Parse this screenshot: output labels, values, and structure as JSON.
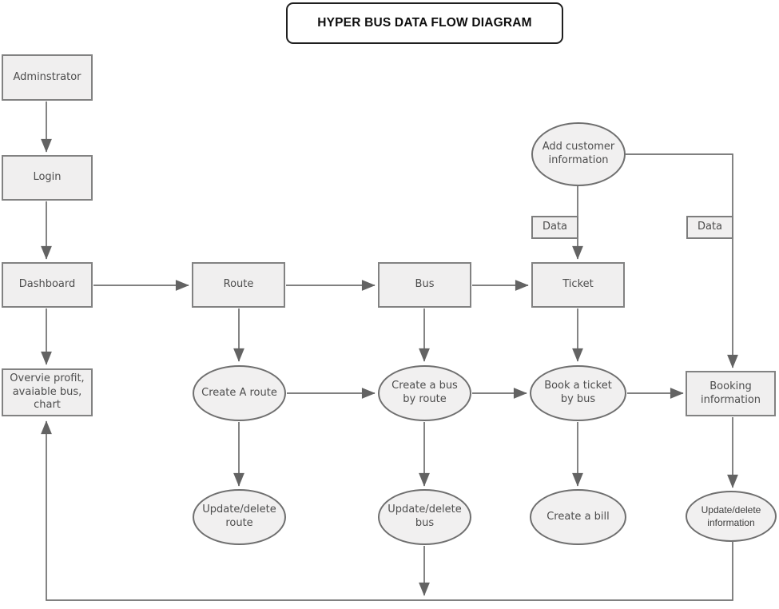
{
  "diagram": {
    "title": "HYPER BUS DATA FLOW DIAGRAM",
    "nodes": {
      "adminstrator": {
        "label": "Adminstrator",
        "shape": "rect"
      },
      "login": {
        "label": "Login",
        "shape": "rect"
      },
      "dashboard": {
        "label": "Dashboard",
        "shape": "rect"
      },
      "overview": {
        "label": "Overvie profit,\navaiable bus,\nchart",
        "shape": "rect"
      },
      "route": {
        "label": "Route",
        "shape": "rect"
      },
      "bus": {
        "label": "Bus",
        "shape": "rect"
      },
      "ticket": {
        "label": "Ticket",
        "shape": "rect"
      },
      "add_customer": {
        "label": "Add customer\ninformation",
        "shape": "ellipse"
      },
      "data_left": {
        "label": "Data",
        "shape": "rect"
      },
      "data_right": {
        "label": "Data",
        "shape": "rect"
      },
      "create_route": {
        "label": "Create A route",
        "shape": "ellipse"
      },
      "create_bus": {
        "label": "Create a bus\nby route",
        "shape": "ellipse"
      },
      "book_ticket": {
        "label": "Book a ticket\nby bus",
        "shape": "ellipse"
      },
      "booking_info": {
        "label": "Booking\ninformation",
        "shape": "rect"
      },
      "update_route": {
        "label": "Update/delete\nroute",
        "shape": "ellipse"
      },
      "update_bus": {
        "label": "Update/delete\nbus",
        "shape": "ellipse"
      },
      "create_bill": {
        "label": "Create a bill",
        "shape": "ellipse"
      },
      "update_info": {
        "label": "Update/delete\ninformation",
        "shape": "ellipse"
      }
    },
    "edges": [
      {
        "from": "adminstrator",
        "to": "login"
      },
      {
        "from": "login",
        "to": "dashboard"
      },
      {
        "from": "dashboard",
        "to": "overview"
      },
      {
        "from": "dashboard",
        "to": "route"
      },
      {
        "from": "route",
        "to": "bus"
      },
      {
        "from": "bus",
        "to": "ticket"
      },
      {
        "from": "route",
        "to": "create_route"
      },
      {
        "from": "bus",
        "to": "create_bus"
      },
      {
        "from": "ticket",
        "to": "book_ticket"
      },
      {
        "from": "create_route",
        "to": "create_bus"
      },
      {
        "from": "create_bus",
        "to": "book_ticket"
      },
      {
        "from": "book_ticket",
        "to": "booking_info"
      },
      {
        "from": "create_route",
        "to": "update_route"
      },
      {
        "from": "create_bus",
        "to": "update_bus"
      },
      {
        "from": "book_ticket",
        "to": "create_bill"
      },
      {
        "from": "add_customer",
        "to": "ticket",
        "via": "data_left"
      },
      {
        "from": "add_customer",
        "to": "booking_info",
        "via": "data_right"
      },
      {
        "from": "booking_info",
        "to": "update_info"
      },
      {
        "from": "update_info",
        "to": "overview",
        "note": "feedback line along bottom"
      },
      {
        "from": "update_bus",
        "to": "overview",
        "note": "joins bottom feedback line"
      }
    ],
    "colors": {
      "node_fill": "#f0efef",
      "node_border": "#7a7a7a",
      "connector": "#6e6e6e",
      "title_border": "#1f1f1f",
      "text": "#4d4d4d"
    }
  }
}
